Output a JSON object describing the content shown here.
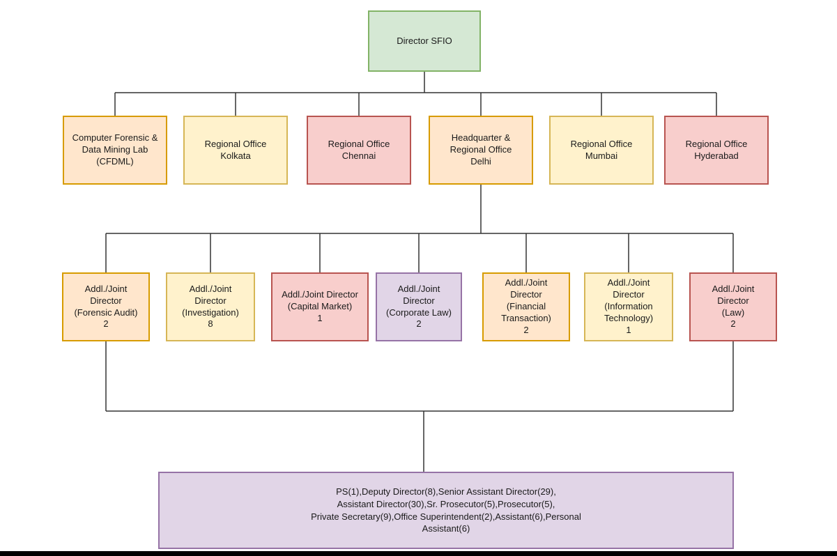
{
  "diagram": {
    "type": "org-chart",
    "organization": "SFIO",
    "colors": {
      "green_fill": "#d5e8d4",
      "green_stroke": "#82b366",
      "peach_fill": "#ffe6cc",
      "peach_stroke": "#d79b00",
      "yellow_fill": "#fff2cc",
      "yellow_stroke": "#d6b656",
      "pink_fill": "#f8cecc",
      "pink_stroke": "#b85450",
      "purple_fill": "#e1d5e7",
      "purple_stroke": "#9673a6",
      "connector": "#333333",
      "bottom_bar": "#000000"
    },
    "root": {
      "label": "Director SFIO",
      "lines": [
        "Director SFIO"
      ],
      "color": "green"
    },
    "level2": [
      {
        "label": "Computer Forensic & Data Mining Lab (CFDML)",
        "lines": [
          "Computer Forensic &",
          "Data Mining Lab",
          "(CFDML)"
        ],
        "color": "peach"
      },
      {
        "label": "Regional Office Kolkata",
        "lines": [
          "Regional Office",
          "Kolkata"
        ],
        "color": "yellow"
      },
      {
        "label": "Regional Office Chennai",
        "lines": [
          "Regional Office",
          "Chennai"
        ],
        "color": "pink"
      },
      {
        "label": "Headquarter & Regional Office Delhi",
        "lines": [
          "Headquarter &",
          "Regional Office",
          "Delhi"
        ],
        "color": "peach"
      },
      {
        "label": "Regional Office Mumbai",
        "lines": [
          "Regional Office",
          "Mumbai"
        ],
        "color": "yellow"
      },
      {
        "label": "Regional Office Hyderabad",
        "lines": [
          "Regional Office",
          "Hyderabad"
        ],
        "color": "pink"
      }
    ],
    "level3": [
      {
        "label": "Addl./Joint Director (Forensic Audit) 2",
        "lines": [
          "Addl./Joint",
          "Director",
          "(Forensic Audit)",
          "2"
        ],
        "count": "2",
        "color": "peach"
      },
      {
        "label": "Addl./Joint Director (Investigation) 8",
        "lines": [
          "Addl./Joint",
          "Director",
          "(Investigation)",
          "8"
        ],
        "count": "8",
        "color": "yellow"
      },
      {
        "label": "Addl./Joint Director (Capital Market) 1",
        "lines": [
          "Addl./Joint Director",
          "(Capital Market)",
          "1"
        ],
        "count": "1",
        "color": "pink"
      },
      {
        "label": "Addl./Joint Director (Corporate Law) 2",
        "lines": [
          "Addl./Joint",
          "Director",
          "(Corporate Law)",
          "2"
        ],
        "count": "2",
        "color": "purple"
      },
      {
        "label": "Addl./Joint Director (Financial Transaction) 2",
        "lines": [
          "Addl./Joint",
          "Director",
          "(Financial",
          "Transaction)",
          "2"
        ],
        "count": "2",
        "color": "peach"
      },
      {
        "label": "Addl./Joint Director (Information Technology) 1",
        "lines": [
          "Addl./Joint",
          "Director",
          "(Information",
          "Technology)",
          "1"
        ],
        "count": "1",
        "color": "yellow"
      },
      {
        "label": "Addl./Joint Director (Law) 2",
        "lines": [
          "Addl./Joint",
          "Director",
          "(Law)",
          "2"
        ],
        "count": "2",
        "color": "pink"
      }
    ],
    "staff_box": {
      "label": "PS(1),Deputy Director(8),Senior Assistant Director(29), Assistant Director(30),Sr. Prosecutor(5),Prosecutor(5), Private Secretary(9),Office Superintendent(2),Assistant(6),Personal Assistant(6)",
      "lines": [
        "PS(1),Deputy Director(8),Senior Assistant Director(29),",
        "Assistant Director(30),Sr. Prosecutor(5),Prosecutor(5),",
        "Private Secretary(9),Office Superintendent(2),Assistant(6),Personal",
        "Assistant(6)"
      ],
      "color": "purple"
    }
  }
}
